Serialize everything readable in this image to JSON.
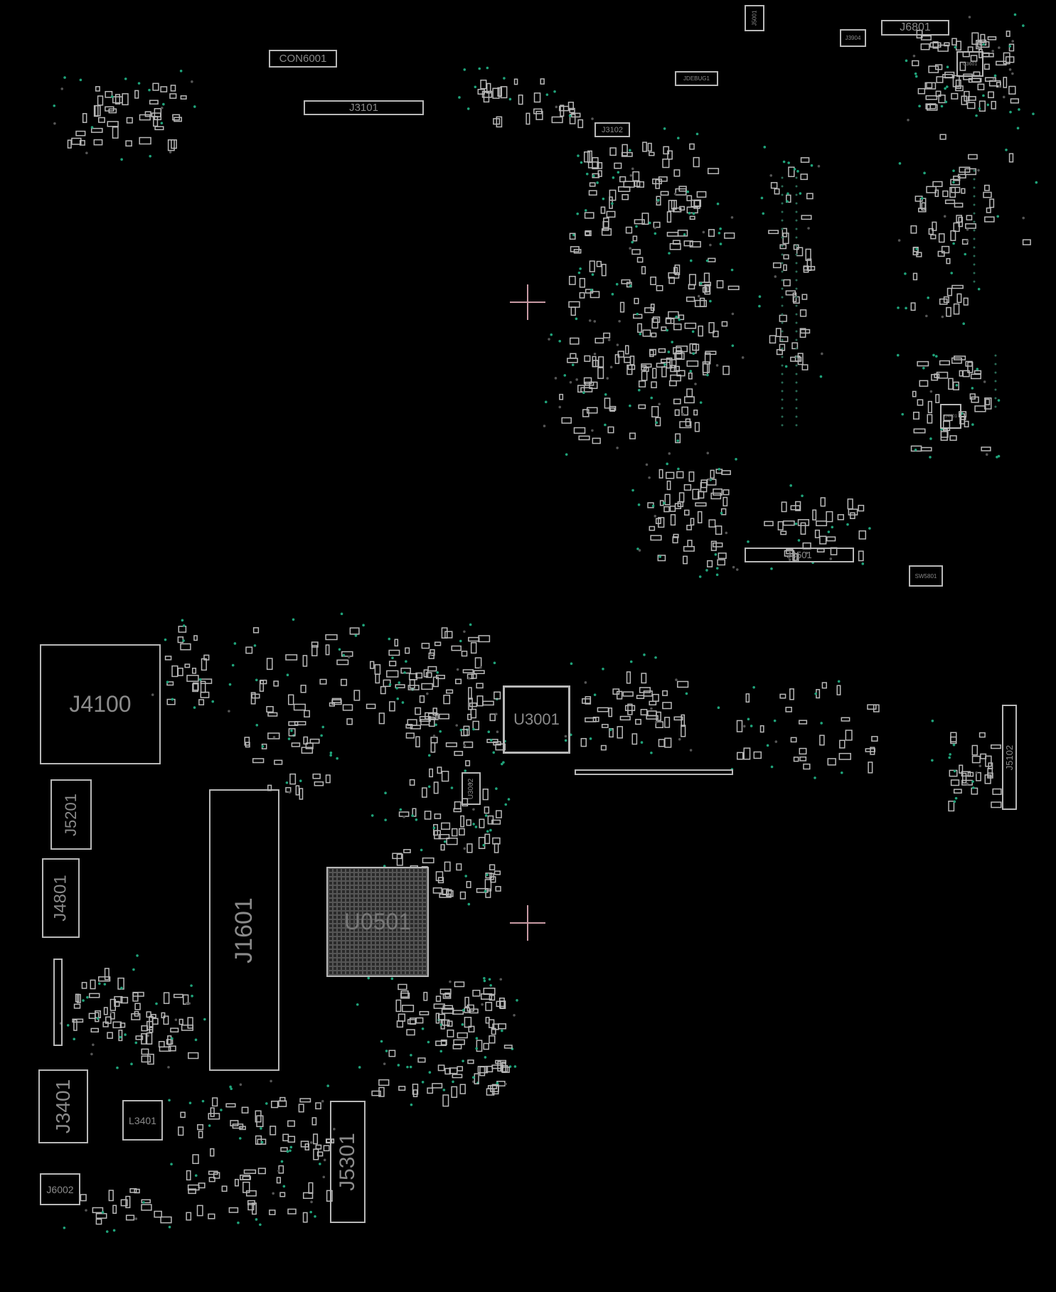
{
  "view": "boardview",
  "colors": {
    "background": "#000000",
    "outline": "#b8b8b8",
    "test_point": "#1fa37a",
    "marker": "#c89aa4"
  },
  "components": {
    "con6001": "CON6001",
    "j3101": "J3101",
    "j5001": "J5001",
    "j3904": "J3904",
    "j6801": "J6801",
    "u3601": "U3601",
    "jdebug1": "JDEBUG1",
    "j3102": "J3102",
    "u4401": "U4401",
    "j4501": "J4501",
    "sw5801": "SW5801",
    "j4100": "J4100",
    "u3001": "U3001",
    "u3002": "U3002",
    "j5102": "J5102",
    "j5201": "J5201",
    "j4801": "J4801",
    "j1601": "J1601",
    "u0501": "U0501",
    "j3401": "J3401",
    "l3401": "L3401",
    "j6002": "J6002",
    "j5301": "J5301"
  }
}
